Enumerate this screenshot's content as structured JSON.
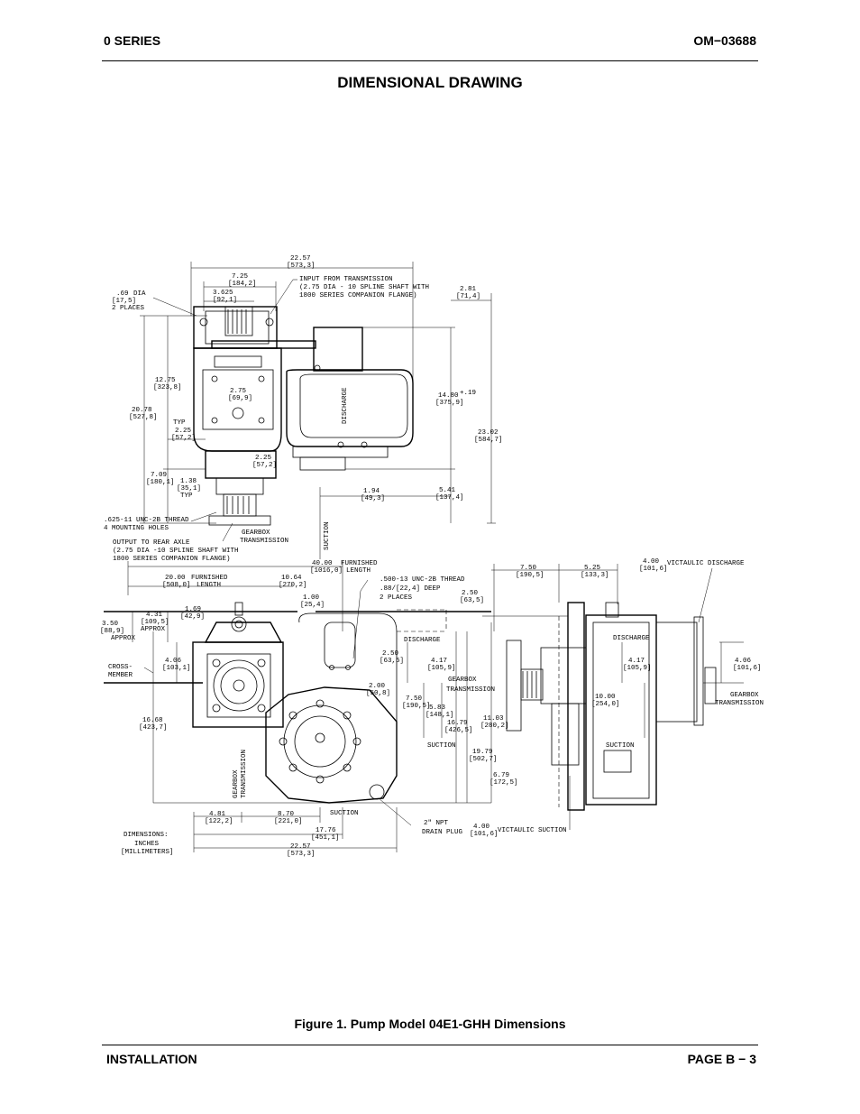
{
  "header": {
    "left": "0 SERIES",
    "right": "OM−03688"
  },
  "title": "DIMENSIONAL DRAWING",
  "caption": "Figure 1. Pump Model 04E1-GHH Dimensions",
  "footer": {
    "left": "INSTALLATION",
    "right": "PAGE B − 3"
  },
  "drawing_labels": {
    "top_overall": "22.57",
    "top_overall_mm": "[573,3]",
    "d_7_25": "7.25",
    "d_7_25_mm": "[184,2]",
    "d_3_625": "3.625",
    "d_3_625_mm": "[92,1]",
    "hole_dia": ".69",
    "hole_dia_mm": "[17,5]",
    "dia": "DIA",
    "two_places": "2 PLACES",
    "input_1": "INPUT FROM TRANSMISSION",
    "input_2": "(2.75 DIA - 10 SPLINE SHAFT WITH",
    "input_3": "1800 SERIES COMPANION FLANGE)",
    "d_2_81": "2.81",
    "d_2_81_mm": "[71,4]",
    "d_12_75": "12.75",
    "d_12_75_mm": "[323,8]",
    "d_20_78": "20.78",
    "d_20_78_mm": "[527,8]",
    "d_2_75": "2.75",
    "d_2_75_mm": "[69,9]",
    "typ": "TYP",
    "d_2_25": "2.25",
    "d_2_25_mm": "[57,2]",
    "d_2_25b": "2.25",
    "d_2_25b_mm": "[57,2]",
    "d_14_80": "14.80",
    "d_14_80_tol": "+.19",
    "d_14_80_mm": "[375,9]",
    "d_23_02": "23.02",
    "d_23_02_mm": "[584,7]",
    "discharge": "DISCHARGE",
    "d_7_09": "7.09",
    "d_7_09_mm": "[180,1]",
    "d_1_38": "1.38",
    "d_1_38_mm": "[35,1]",
    "typ2": "TYP",
    "d_1_94": "1.94",
    "d_1_94_mm": "[49,3]",
    "d_5_41": "5.41",
    "d_5_41_mm": "[137,4]",
    "thread_1": ".625-11 UNC-2B THREAD",
    "thread_2": "4 MOUNTING HOLES",
    "gearbox": "GEARBOX",
    "transmission": "TRANSMISSION",
    "suction": "SUCTION",
    "output_1": "OUTPUT TO REAR AXLE",
    "output_2": "(2.75 DIA -10 SPLINE SHAFT WITH",
    "output_3": "1800 SERIES COMPANION FLANGE)",
    "d_40_00": "40.00",
    "d_40_00_furn": "FURNISHED",
    "d_40_00_mm": "[1016,0]",
    "length": "LENGTH",
    "d_20_00": "20.00",
    "d_20_00_furn": "FURNISHED",
    "d_20_00_mm": "[508,0]",
    "length2": "LENGTH",
    "d_10_64": "10.64",
    "d_10_64_mm": "[270,2]",
    "thread2_1": ".500-13 UNC-2B THREAD",
    "thread2_2": ".88/[22,4] DEEP",
    "thread2_3": "2 PLACES",
    "d_7_50": "7.50",
    "d_7_50_mm": "[190,5]",
    "d_5_25": "5.25",
    "d_5_25_mm": "[133,3]",
    "d_4_00": "4.00",
    "d_4_00_mm": "[101,6]",
    "victaulic_discharge": "VICTAULIC DISCHARGE",
    "d_1_69": "1.69",
    "d_1_69_mm": "[42,9]",
    "d_4_31": "4.31",
    "d_4_31_mm": "[109,5]",
    "d_3_50": "3.50",
    "d_3_50_mm": "[88,9]",
    "approx": "APPROX",
    "d_1_00": "1.00",
    "d_1_00_mm": "[25,4]",
    "d_2_50": "2.50",
    "d_2_50_mm": "[63,5]",
    "discharge_s": "DISCHARGE",
    "discharge_s2": "DISCHARGE",
    "cross_member_1": "CROSS-",
    "cross_member_2": "MEMBER",
    "d_4_06": "4.06",
    "d_4_06_mm": "[103,1]",
    "d_2_50b": "2.50",
    "d_2_50b_mm": "[63,5]",
    "d_4_17": "4.17",
    "d_4_17_mm": "[105,9]",
    "d_4_17b": "4.17",
    "d_4_17b_mm": "[105,9]",
    "d_4_06b": "4.06",
    "d_4_06b_mm": "[101,6]",
    "gearbox_s": "GEARBOX",
    "transmission_s": "TRANSMISSION",
    "gearbox_s2": "GEARBOX",
    "transmission_s2": "TRANSMISSION",
    "d_2_00": "2.00",
    "d_2_00_mm": "[50,8]",
    "d_7_50b": "7.50",
    "d_7_50b_mm": "[190,5]",
    "d_5_83": "5.83",
    "d_5_83_mm": "[148,1]",
    "d_16_79": "16.79",
    "d_16_79_mm": "[426,5]",
    "d_11_03": "11.03",
    "d_11_03_mm": "[280,2]",
    "d_10_00": "10.00",
    "d_10_00_mm": "[254,0]",
    "d_16_68": "16.68",
    "d_16_68_mm": "[423,7]",
    "suction_s": "SUCTION",
    "suction_s2": "SUCTION",
    "suction_s3": "SUCTION",
    "d_19_79": "19.79",
    "d_19_79_mm": "[502,7]",
    "d_6_79": "6.79",
    "d_6_79_mm": "[172,5]",
    "gearbox_v": "GEARBOX",
    "transmission_v": "TRANSMISSION",
    "d_4_81": "4.81",
    "d_4_81_mm": "[122,2]",
    "d_8_70": "8.70",
    "d_8_70_mm": "[221,0]",
    "d_17_76": "17.76",
    "d_17_76_mm": "[451,1]",
    "d_22_57b": "22.57",
    "d_22_57b_mm": "[573,3]",
    "drain_1": "2\" NPT",
    "drain_2": "DRAIN PLUG",
    "d_4_00b": "4.00",
    "d_4_00b_mm": "[101,6]",
    "victaulic_suction": "VICTAULIC SUCTION",
    "dims_1": "DIMENSIONS:",
    "dims_2": "INCHES",
    "dims_3": "[MILLIMETERS]"
  }
}
